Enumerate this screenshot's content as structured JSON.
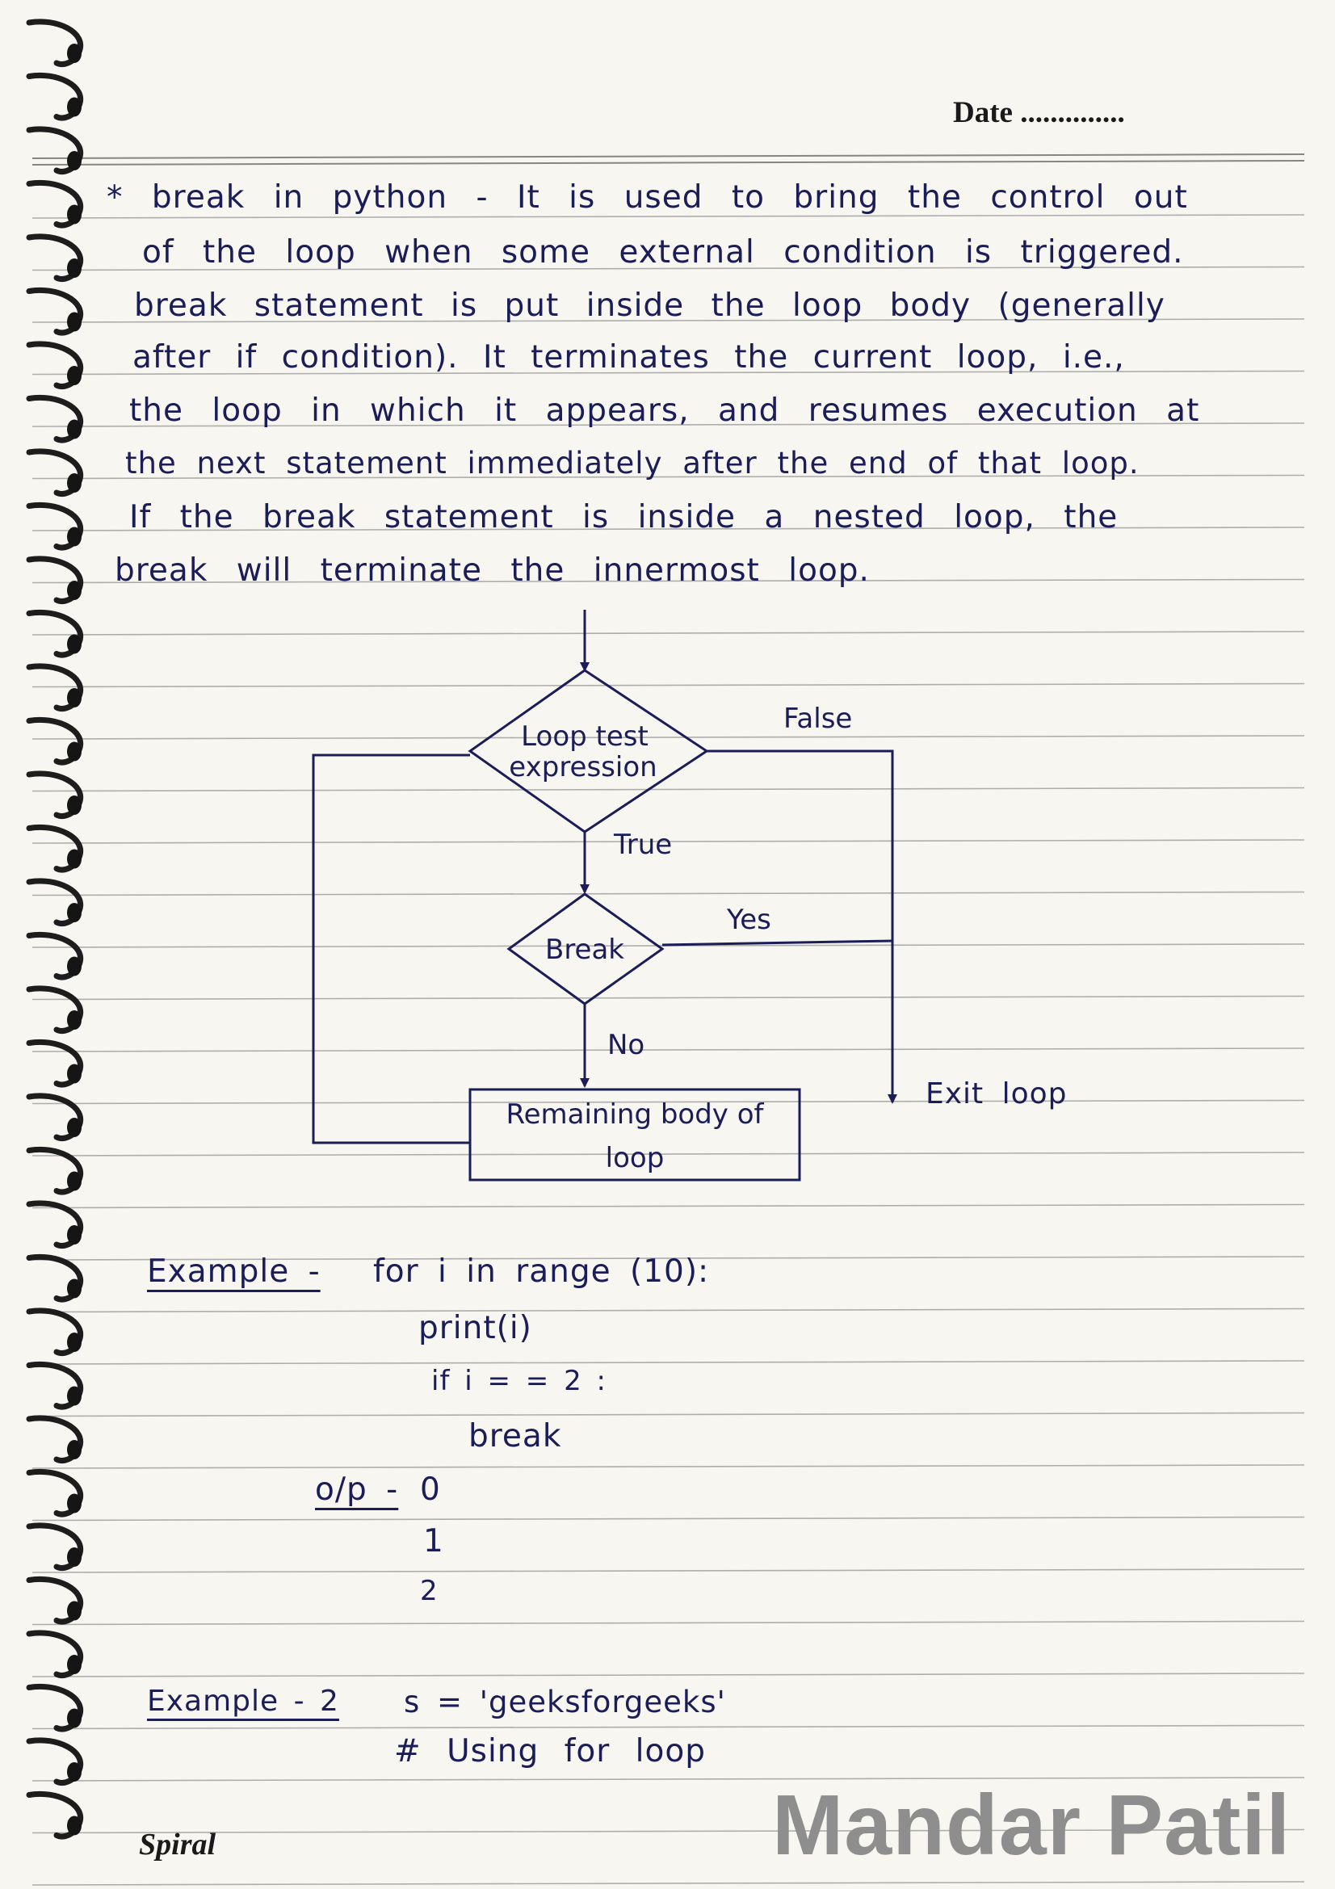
{
  "header": {
    "date_label": "Date .............."
  },
  "body": {
    "paragraph_lines": [
      "* break in python - It is used to bring the control out",
      "of the loop when some external condition is triggered.",
      "break statement is put inside the loop body (generally",
      "after if condition). It terminates the current loop, i.e.,",
      "the loop in which it appears, and resumes execution at",
      "the next statement immediately after the end of that loop.",
      "If the break statement is inside a nested loop, the",
      "break will terminate the innermost loop."
    ]
  },
  "flowchart": {
    "test_line1": "Loop test",
    "test_line2": "expression",
    "false_label": "False",
    "true_label": "True",
    "break_label": "Break",
    "yes_label": "Yes",
    "no_label": "No",
    "remaining_line1": "Remaining body of",
    "remaining_line2": "loop",
    "exit_label": "Exit loop"
  },
  "example1": {
    "label": "Example -",
    "code_lines": [
      "for i in range (10):",
      "print(i)",
      "if i = = 2 :",
      "break"
    ],
    "output_label": "o/p -",
    "outputs": [
      "0",
      "1",
      "2"
    ]
  },
  "example2": {
    "label": "Example - 2",
    "code_lines": [
      "s = 'geeksforgeeks'",
      "# Using for loop"
    ]
  },
  "footer": {
    "brand": "Spiral",
    "watermark": "Mandar Patil"
  }
}
